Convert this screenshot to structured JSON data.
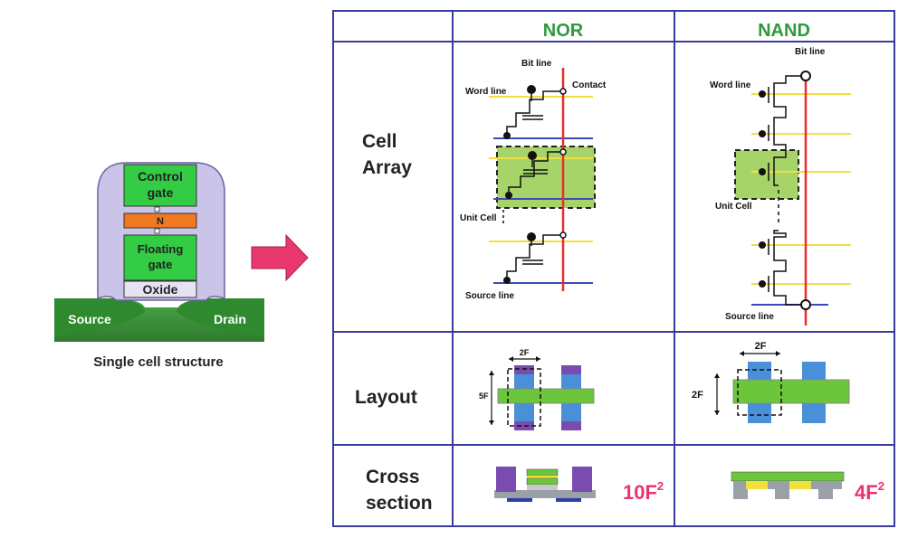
{
  "single_cell": {
    "control_gate": [
      "Control",
      "gate"
    ],
    "n_layer": "N",
    "floating_gate": [
      "Floating",
      "gate"
    ],
    "oxide": "Oxide",
    "source": "Source",
    "drain": "Drain",
    "caption": "Single cell structure"
  },
  "table": {
    "headers": {
      "nor": "NOR",
      "nand": "NAND"
    },
    "row_labels": {
      "cell_array": [
        "Cell",
        "Array"
      ],
      "layout": "Layout",
      "cross_section": [
        "Cross",
        "section"
      ]
    },
    "nor_array": {
      "bit_line": "Bit line",
      "contact": "Contact",
      "word_line": "Word line",
      "unit_cell": "Unit Cell",
      "source_line": "Source line"
    },
    "nand_array": {
      "bit_line": "Bit line",
      "word_line": "Word line",
      "unit_cell": "Unit Cell",
      "source_line": "Source line"
    },
    "nor_layout": {
      "width": "2F",
      "height": "5F"
    },
    "nand_layout": {
      "width": "2F",
      "height": "2F"
    },
    "nor_area": {
      "value": "10F",
      "exp": "2"
    },
    "nand_area": {
      "value": "4F",
      "exp": "2"
    }
  },
  "colors": {
    "header_green": "#2e9a3c",
    "grid_blue": "#3a3aa0",
    "gate_green": "#33cc44",
    "n_orange": "#f07820",
    "body_lavender": "#c9c4e8",
    "substrate_green": "#3c8c3c",
    "arrow_pink": "#e8386e",
    "area_pink": "#e8356e",
    "bit_line_red": "#ee2a2a",
    "word_line_yellow": "#f2e040",
    "source_line_blue": "#3a4ab8",
    "unit_cell_fill": "#a6d468",
    "layout_green": "#6cc63c",
    "layout_blue": "#4a90d8",
    "layout_purple": "#7a4cb0"
  }
}
